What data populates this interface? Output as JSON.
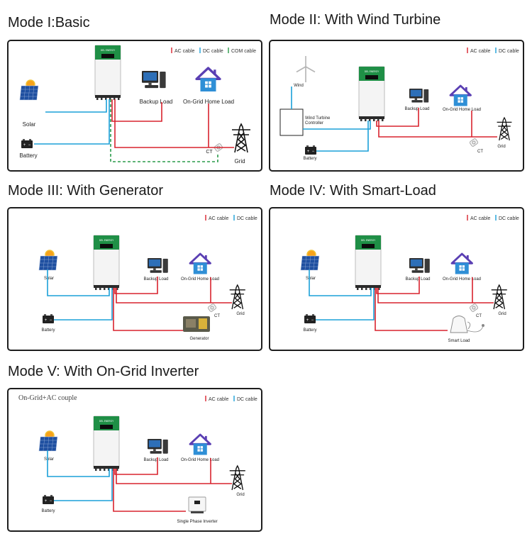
{
  "legend": {
    "ac": "AC cable",
    "dc": "DC cable",
    "com": "COM cable"
  },
  "colors": {
    "ac": "#d9232e",
    "dc": "#1ba0d8",
    "com": "#2a9b4a"
  },
  "inverter_brand": "DEL ENERGY",
  "modes": [
    {
      "title": "Mode I:Basic",
      "labels": {
        "solar": "Solar",
        "battery": "Battery",
        "backup": "Backup Load",
        "home": "On-Grid Home Load",
        "ct": "CT",
        "grid": "Grid"
      }
    },
    {
      "title": "Mode II: With Wind Turbine",
      "labels": {
        "wind": "Wind",
        "controller_line1": "Wind Turbine",
        "controller_line2": "Controller",
        "battery": "Battery",
        "backup": "Backup Load",
        "home": "On-Grid Home Load",
        "ct": "CT",
        "grid": "Grid"
      }
    },
    {
      "title": "Mode III: With Generator",
      "labels": {
        "solar": "Solar",
        "battery": "Battery",
        "backup": "Backup Load",
        "home": "On-Grid Home Load",
        "ct": "CT",
        "grid": "Grid",
        "extra": "Generator"
      }
    },
    {
      "title": "Mode IV: With Smart-Load",
      "labels": {
        "solar": "Solar",
        "battery": "Battery",
        "backup": "Backup Load",
        "home": "On-Grid Home Load",
        "ct": "CT",
        "grid": "Grid",
        "extra": "Smart Load"
      }
    },
    {
      "title": "Mode V: With On-Grid Inverter",
      "note": "On-Grid+AC couple",
      "labels": {
        "solar": "Solar",
        "battery": "Battery",
        "backup": "Backup Load",
        "home": "On-Grid Home Load",
        "grid": "Grid",
        "extra": "Single Phase Inverter"
      }
    }
  ]
}
